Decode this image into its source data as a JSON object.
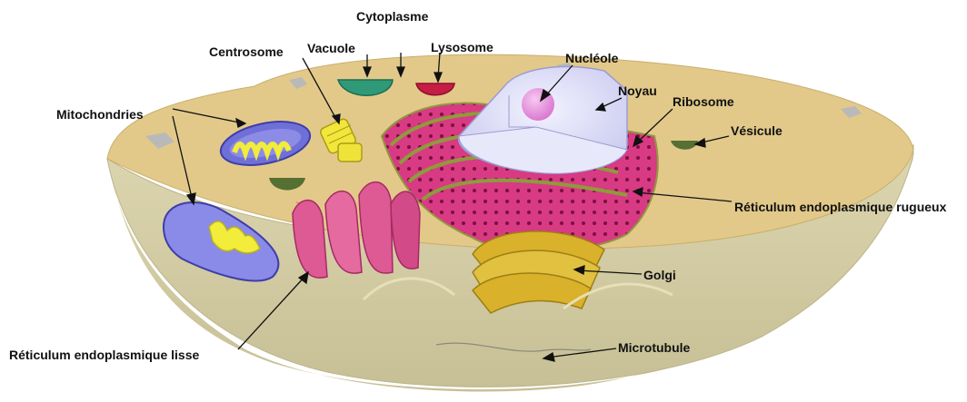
{
  "labels": {
    "cytoplasme": "Cytoplasme",
    "centrosome": "Centrosome",
    "vacuole": "Vacuole",
    "lysosome": "Lysosome",
    "nucleole": "Nucléole",
    "noyau": "Noyau",
    "ribosome": "Ribosome",
    "vesicule": "Vésicule",
    "mitochondries": "Mitochondries",
    "rer": "Réticulum endoplasmique rugueux",
    "golgi": "Golgi",
    "rel": "Réticulum endoplasmique lisse",
    "microtubule": "Microtubule"
  },
  "colors": {
    "cytoplasm_top": "#e2c98a",
    "cell_wall": "#d9d2a8",
    "cell_wall_dark": "#b8b189",
    "nucleus": "#dcdcf6",
    "nucleolus": "#e98ee0",
    "rer": "#d83a83",
    "er_edge": "#8f9a3c",
    "golgi": "#d9b12a",
    "vacuole": "#2f9a78",
    "lysosome": "#c61d45",
    "mitochondria_body": "#6f6fd8",
    "mitochondria_inner": "#f2ec3a",
    "vesicle": "#566f33"
  }
}
